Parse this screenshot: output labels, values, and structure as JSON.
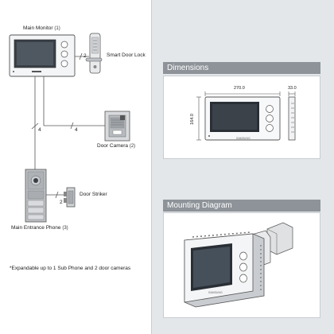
{
  "wiring": {
    "main_monitor": {
      "label": "Main Monitor",
      "badge": "1"
    },
    "smart_door_lock": {
      "label": "Smart Door Lock"
    },
    "door_camera": {
      "label": "Door Camera",
      "badge": "2"
    },
    "door_striker": {
      "label": "Door Striker"
    },
    "main_entrance_phone": {
      "label": "Main Entrance Phone",
      "badge": "3"
    },
    "wire_counts": {
      "monitor_to_lock": "2",
      "monitor_to_camera": "4",
      "monitor_to_entrance": "4",
      "entrance_to_striker": "2"
    },
    "note": "*Expandable up to 1 Sub Phone and 2 door cameras"
  },
  "dimensions": {
    "title": "Dimensions",
    "width": "270.0",
    "depth": "33.0",
    "height": "164.0",
    "brand": "SAMSUNG"
  },
  "mounting": {
    "title": "Mounting Diagram",
    "brand": "SAMSUNG"
  },
  "colors": {
    "title_bar": "#8d9399",
    "right_background": "#e4e7ea",
    "line": "#555555",
    "device_dark": "#2a2f36"
  }
}
